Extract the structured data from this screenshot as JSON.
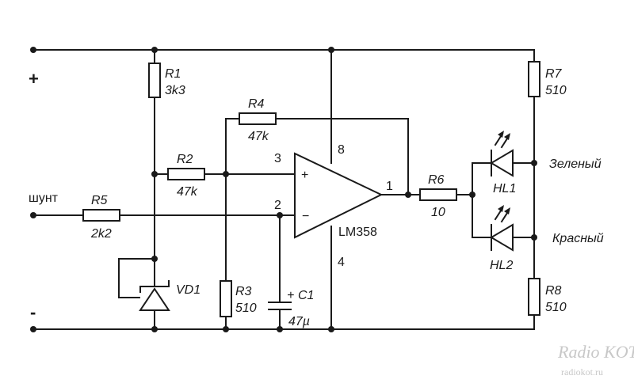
{
  "rails": {
    "plus": "+",
    "minus": "-"
  },
  "input": {
    "shunt": "шунт"
  },
  "components": {
    "r1": {
      "ref": "R1",
      "value": "3k3"
    },
    "r2": {
      "ref": "R2",
      "value": "47k"
    },
    "r3": {
      "ref": "R3",
      "value": "510"
    },
    "r4": {
      "ref": "R4",
      "value": "47k"
    },
    "r5": {
      "ref": "R5",
      "value": "2k2"
    },
    "r6": {
      "ref": "R6",
      "value": "10"
    },
    "r7": {
      "ref": "R7",
      "value": "510"
    },
    "r8": {
      "ref": "R8",
      "value": "510"
    },
    "c1": {
      "ref": "C1",
      "value": "47µ",
      "polarity": "+"
    },
    "vd1": {
      "ref": "VD1"
    },
    "hl1": {
      "ref": "HL1",
      "color": "Зеленый"
    },
    "hl2": {
      "ref": "HL2",
      "color": "Красный"
    },
    "opamp": {
      "part": "LM358",
      "in_plus": "+",
      "in_minus": "−"
    }
  },
  "pins": {
    "p1": "1",
    "p2": "2",
    "p3": "3",
    "p4": "4",
    "p8": "8"
  },
  "watermark": {
    "logo": "Radio KOT",
    "site": "radiokot.ru"
  }
}
